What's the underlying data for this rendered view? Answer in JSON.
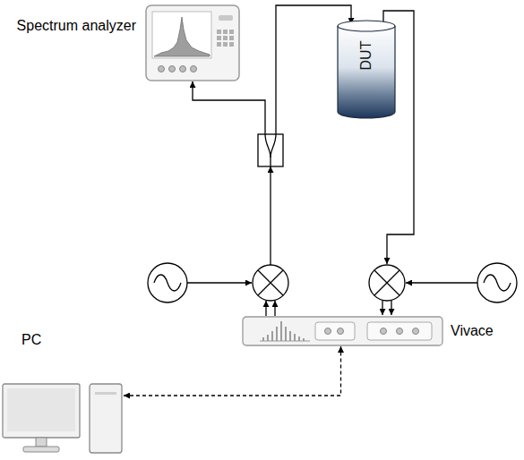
{
  "diagram": {
    "nodes": [
      {
        "text": [
          "Spectrum analyzer"
        ]
      },
      {
        "text": [
          "DUT"
        ]
      },
      {
        "text": [
          "Vivace"
        ]
      },
      {
        "text": [
          "PC"
        ]
      }
    ],
    "edges": [
      {
        "from": 3,
        "to": 2,
        "arrow": "both"
      }
    ]
  }
}
